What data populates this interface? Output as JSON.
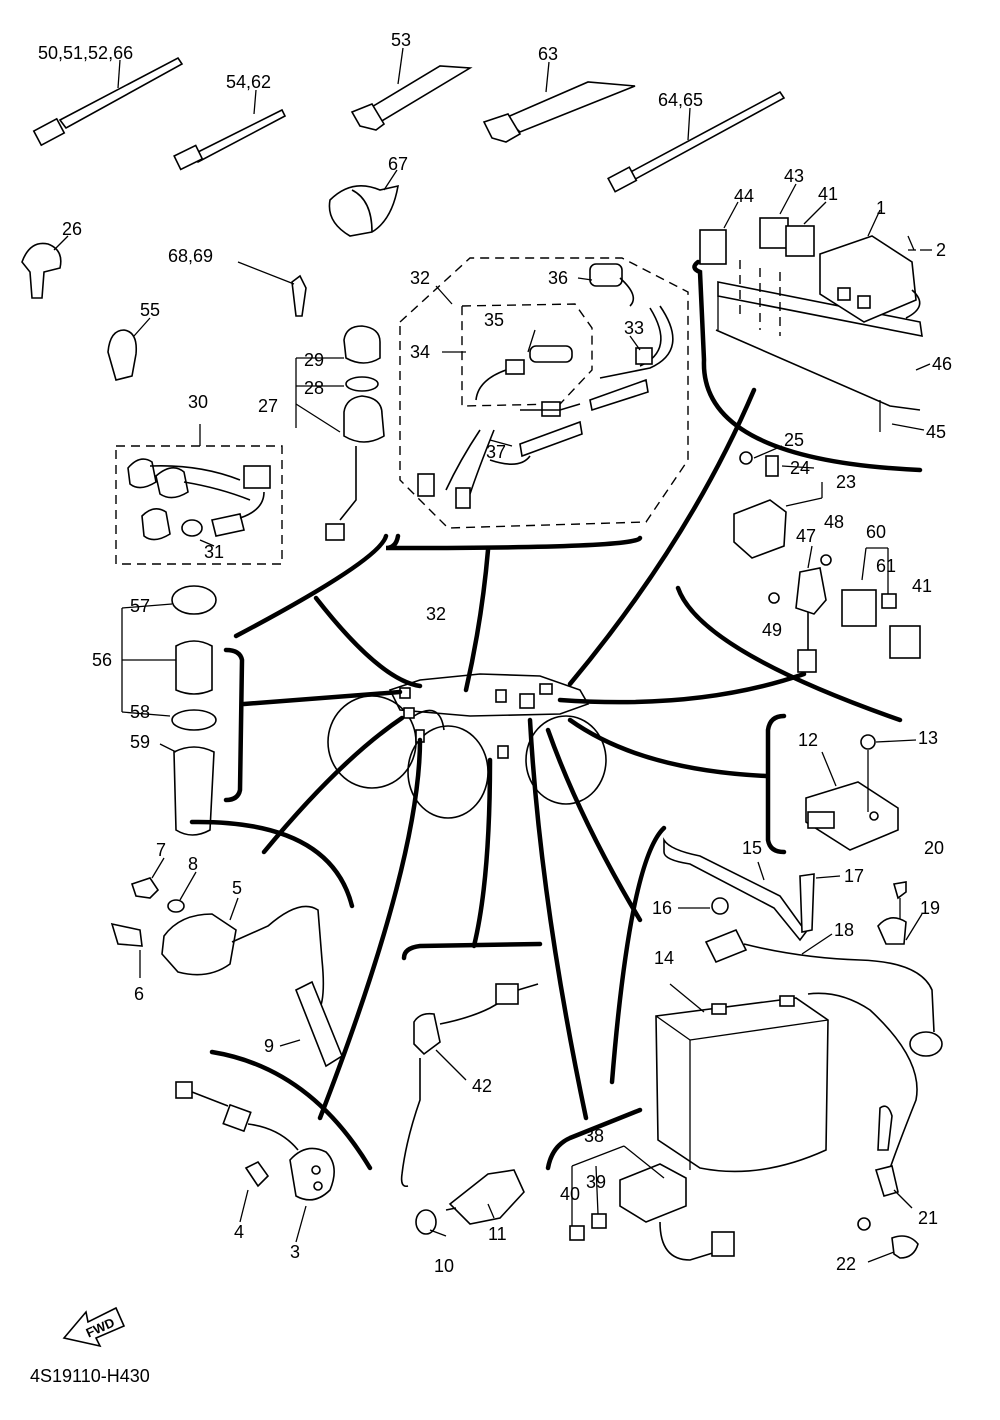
{
  "diagram_code": "4S19110-H430",
  "fwd_arrow_text": "FWD",
  "callouts": {
    "c50_51_52_66": "50,51,52,66",
    "c53": "53",
    "c63": "63",
    "c54_62": "54,62",
    "c64_65": "64,65",
    "c67": "67",
    "c26": "26",
    "c68_69": "68,69",
    "c55": "55",
    "c32_top": "32",
    "c36": "36",
    "c35": "35",
    "c33": "33",
    "c34": "34",
    "c37": "37",
    "c29": "29",
    "c28": "28",
    "c27": "27",
    "c30": "30",
    "c31": "31",
    "c44": "44",
    "c43": "43",
    "c41_top": "41",
    "c1": "1",
    "c2": "2",
    "c46": "46",
    "c45": "45",
    "c25": "25",
    "c24": "24",
    "c23": "23",
    "c48": "48",
    "c47": "47",
    "c60": "60",
    "c61": "61",
    "c41_mid": "41",
    "c49": "49",
    "c57": "57",
    "c56": "56",
    "c58": "58",
    "c59": "59",
    "c32_mid": "32",
    "c12": "12",
    "c13": "13",
    "c7": "7",
    "c8": "8",
    "c5": "5",
    "c6": "6",
    "c9": "9",
    "c15": "15",
    "c17": "17",
    "c20": "20",
    "c16": "16",
    "c19": "19",
    "c18": "18",
    "c14": "14",
    "c42": "42",
    "c4": "4",
    "c3": "3",
    "c38": "38",
    "c39": "39",
    "c40": "40",
    "c10": "10",
    "c11": "11",
    "c21": "21",
    "c22": "22"
  }
}
